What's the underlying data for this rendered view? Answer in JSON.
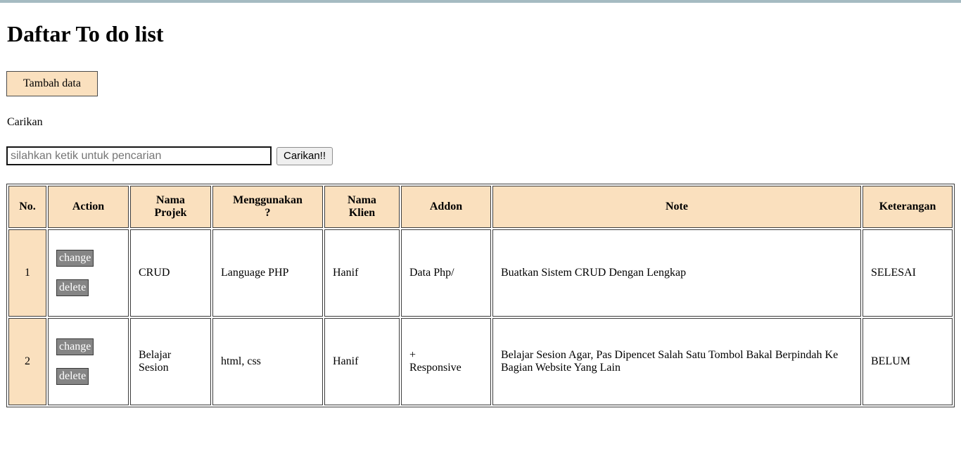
{
  "page": {
    "title": "Daftar To do list"
  },
  "colors": {
    "top_bar": "#a5bbc2",
    "header_bg": "#fae0be",
    "action_link_bg": "#858585"
  },
  "toolbar": {
    "add_button_label": "Tambah data"
  },
  "search": {
    "label": "Carikan",
    "placeholder": "silahkan ketik untuk pencarian",
    "value": "",
    "button_label": "Carikan!!"
  },
  "table": {
    "headers": {
      "no": "No.",
      "action": "Action",
      "nama_projek": "Nama\nProjek",
      "menggunakan": "Menggunakan\n?",
      "nama_klien": "Nama\nKlien",
      "addon": "Addon",
      "note": "Note",
      "keterangan": "Keterangan"
    },
    "action_labels": {
      "change": "change",
      "delete": "delete"
    },
    "rows": [
      {
        "no": "1",
        "nama_projek": "CRUD",
        "menggunakan": "Language PHP",
        "nama_klien": "Hanif",
        "addon": "Data Php/",
        "note": "Buatkan Sistem CRUD Dengan Lengkap",
        "keterangan": "SELESAI"
      },
      {
        "no": "2",
        "nama_projek": "Belajar\nSesion",
        "menggunakan": "html, css",
        "nama_klien": "Hanif",
        "addon": "+\nResponsive",
        "note": "Belajar Sesion Agar, Pas Dipencet Salah Satu Tombol Bakal Berpindah Ke Bagian Website Yang Lain",
        "keterangan": "BELUM"
      }
    ]
  }
}
